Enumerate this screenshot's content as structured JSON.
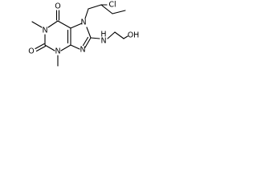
{
  "molecule": {
    "atoms": {
      "o_top": "O",
      "o_left": "O",
      "n1": "N",
      "n3": "N",
      "n7": "N",
      "n9": "N",
      "cl": "Cl",
      "nh": "H",
      "nh_n": "N",
      "oh": "OH"
    }
  },
  "colors": {
    "bond": "#000000",
    "background": "#ffffff"
  }
}
